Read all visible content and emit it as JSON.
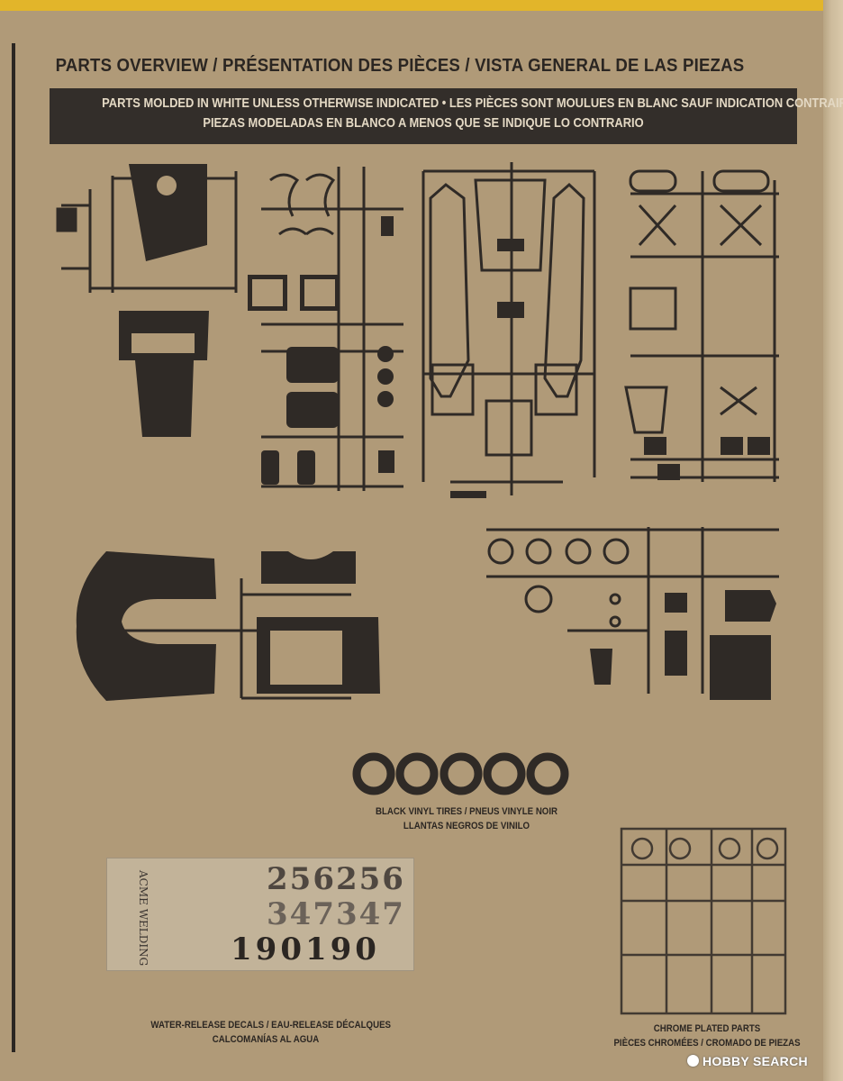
{
  "header": {
    "title": "PARTS OVERVIEW / PRÉSENTATION DES PIÈCES / VISTA GENERAL DE LAS PIEZAS",
    "notice_line1": "PARTS MOLDED IN WHITE UNLESS OTHERWISE INDICATED • LES PIÈCES SONT MOULUES EN BLANC SAUF INDICATION CONTRAIRE",
    "notice_line2": "PIEZAS MODELADAS EN BLANCO A MENOS QUE SE INDIQUE LO CONTRARIO"
  },
  "tires": {
    "caption_line1": "BLACK VINYL TIRES / PNEUS VINYLE NOIR",
    "caption_line2": "LLANTAS NEGROS DE VINILO"
  },
  "decals": {
    "numbers_row1": "256256",
    "numbers_row2": "347347",
    "numbers_row3": "190190",
    "sheet_text": "ACME WELDING",
    "caption_line1": "WATER-RELEASE DECALS / EAU-RELEASE DÉCALQUES",
    "caption_line2": "CALCOMANÍAS AL AGUA"
  },
  "chrome": {
    "caption_line1": "CHROME PLATED PARTS",
    "caption_line2": "PIÈCES CHROMÉES / CROMADO DE PIEZAS"
  },
  "watermark": {
    "text": "HOBBY SEARCH"
  },
  "colors": {
    "cardboard": "#b09a78",
    "ink": "#2b2622",
    "band": "#332e2a",
    "band_text": "#e4d9c4",
    "tape": "#e2b52a"
  }
}
